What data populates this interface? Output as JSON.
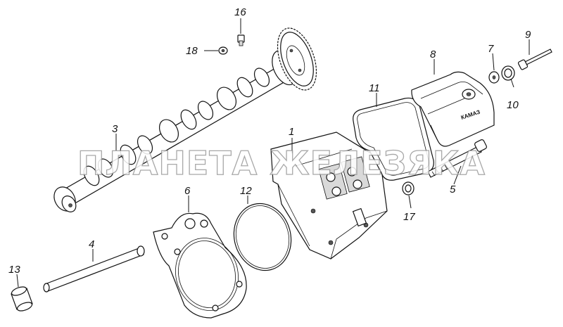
{
  "watermark": "ПЛАНЕТА ЖЕЛЕЗЯКА",
  "brand_mark": "КАМАЗ",
  "callouts": {
    "c1": "1",
    "c3": "3",
    "c4": "4",
    "c5": "5",
    "c6": "6",
    "c7": "7",
    "c8": "8",
    "c9": "9",
    "c10": "10",
    "c11": "11",
    "c12": "12",
    "c13": "13",
    "c16": "16",
    "c17": "17",
    "c18": "18"
  }
}
